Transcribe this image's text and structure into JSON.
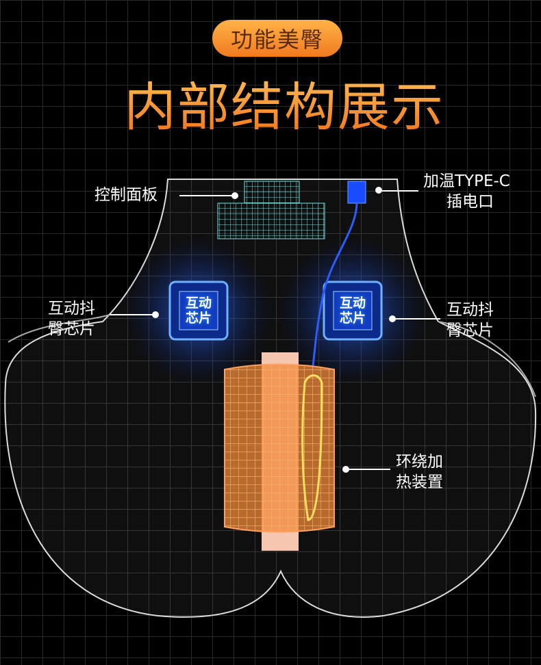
{
  "badge": "功能美臀",
  "title": "内部结构展示",
  "labels": {
    "control_panel": "控制面板",
    "typec_line1": "加温TYPE-C",
    "typec_line2": "插电口",
    "chip_left_line1": "互动抖",
    "chip_left_line2": "臀芯片",
    "chip_right_line1": "互动抖",
    "chip_right_line2": "臀芯片",
    "heater_line1": "环绕加",
    "heater_line2": "热装置"
  },
  "chip_text": {
    "line1": "互动",
    "line2": "芯片"
  },
  "colors": {
    "accent": "#ff9a2e",
    "chip_glow": "#1e6bff",
    "heater": "#f08a3a",
    "port": "#1a4cff"
  }
}
